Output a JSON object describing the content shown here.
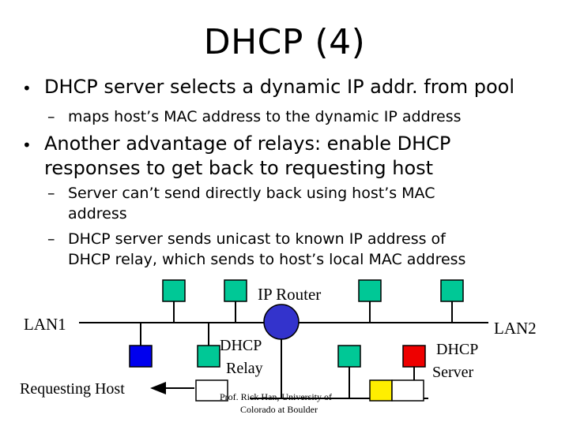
{
  "slide": {
    "title": "DHCP (4)",
    "bullets": [
      {
        "text": "DHCP server selects a dynamic IP addr. from pool",
        "sub": [
          "maps host’s MAC address to the dynamic IP address"
        ]
      },
      {
        "lines": [
          "Another advantage of relays: enable DHCP",
          "responses to get back to requesting host"
        ],
        "sub_lines": [
          [
            "Server can’t send directly back using host’s MAC",
            "address"
          ],
          [
            "DHCP server sends unicast to known IP address of",
            "DHCP relay, which sends to host’s local MAC address"
          ]
        ]
      }
    ]
  },
  "diagram": {
    "ip_router_label": "IP Router",
    "lan1_label": "LAN1",
    "lan2_label": "LAN2",
    "requesting_host_label": "Requesting Host",
    "dhcp_relay_label": [
      "DHCP",
      "Relay"
    ],
    "dhcp_server_label": [
      "DHCP",
      "Server"
    ],
    "footer": [
      "Prof. Rick Han, University of",
      "Colorado at Boulder"
    ],
    "colors": {
      "teal": "#00c896",
      "router": "#3333cc",
      "blue_host": "#0000ee",
      "red_host": "#ee0000",
      "yellow_host": "#ffee00"
    }
  }
}
